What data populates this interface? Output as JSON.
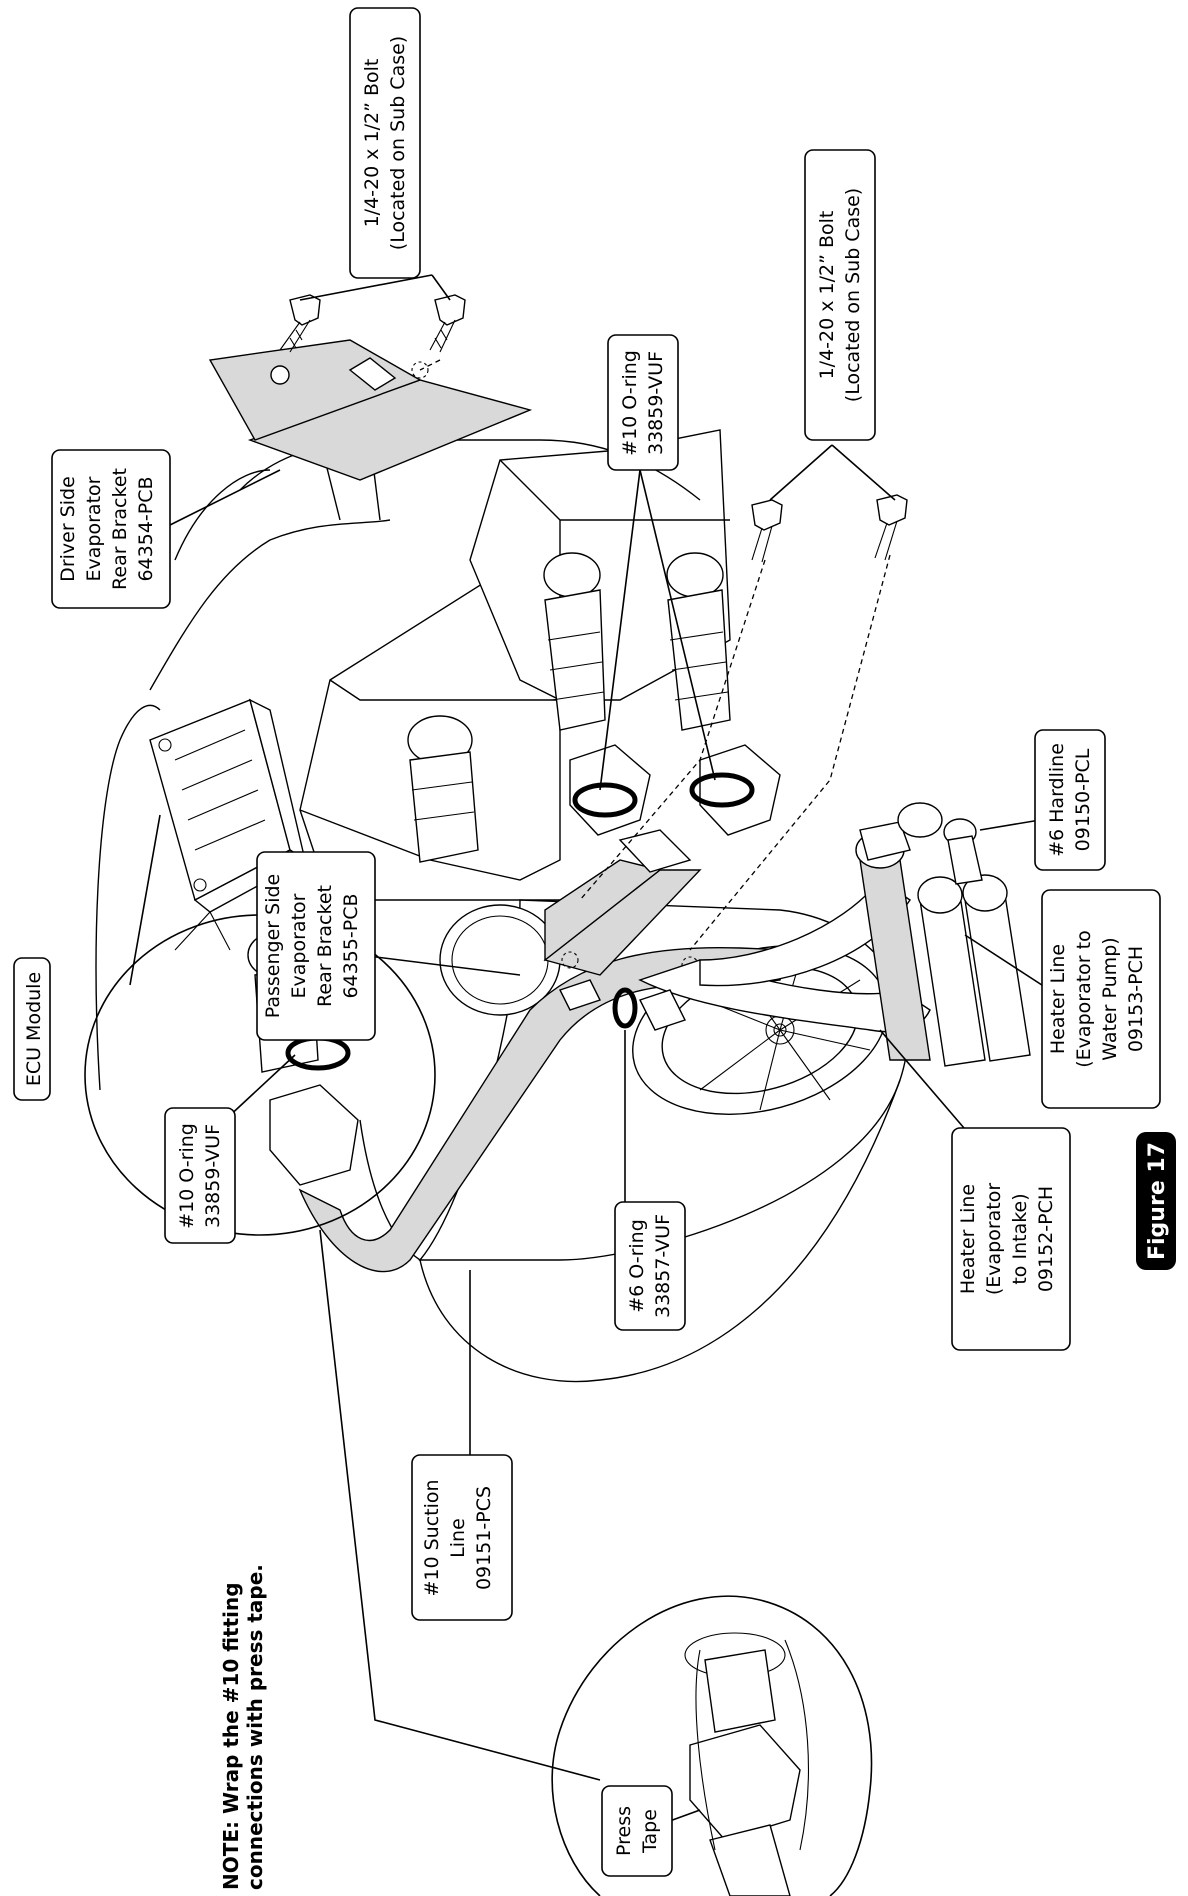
{
  "figure": {
    "label": "Figure 17"
  },
  "note": {
    "line1": "NOTE: Wrap the #10 fitting",
    "line2": "connections with press tape."
  },
  "callouts": {
    "bolt_upper": [
      "1/4-20 x 1/2” Bolt",
      "(Located on Sub Case)"
    ],
    "bolt_lower": [
      "1/4-20 x 1/2” Bolt",
      "(Located on Sub Case)"
    ],
    "driver_bracket": [
      "Driver Side",
      "Evaporator",
      "Rear Bracket",
      "64354-PCB"
    ],
    "oring_10_top": [
      "#10 O-ring",
      "33859-VUF"
    ],
    "ecu": [
      "ECU Module"
    ],
    "passenger_bracket": [
      "Passenger Side",
      "Evaporator",
      "Rear Bracket",
      "64355-PCB"
    ],
    "hardline_6": [
      "#6 Hardline",
      "09150-PCL"
    ],
    "heater_water_pump": [
      "Heater Line",
      "(Evaporator to",
      "Water Pump)",
      "09153-PCH"
    ],
    "heater_intake": [
      "Heater Line",
      "(Evaporator",
      "to Intake)",
      "09152-PCH"
    ],
    "oring_6": [
      "#6 O-ring",
      "33857-VUF"
    ],
    "oring_10_left": [
      "#10 O-ring",
      "33859-VUF"
    ],
    "suction_line": [
      "#10 Suction",
      "Line",
      "09151-PCS"
    ],
    "press_tape": [
      "Press",
      "Tape"
    ]
  }
}
